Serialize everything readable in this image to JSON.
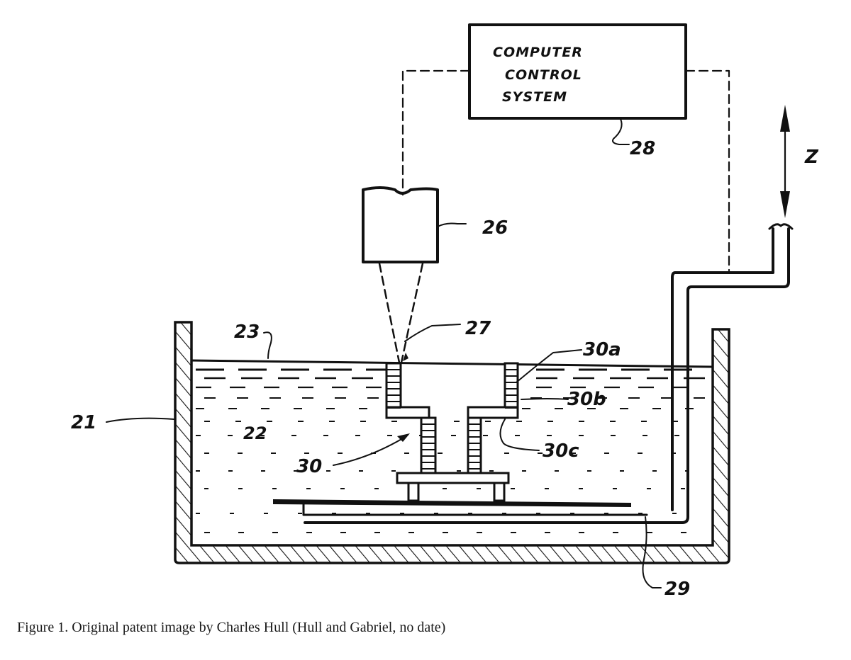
{
  "figure": {
    "control_box": {
      "lines": [
        "COMPUTER",
        "CONTROL",
        "SYSTEM"
      ]
    },
    "labels": {
      "tank": "21",
      "liquid": "22",
      "surface": "23",
      "light_source": "26",
      "spot": "27",
      "control_system": "28",
      "platform": "29",
      "object": "30",
      "layer_a": "30a",
      "layer_b": "30b",
      "layer_c": "30c",
      "axis": "Z"
    }
  },
  "caption": "Figure 1. Original patent image by Charles Hull (Hull and Gabriel, no date)"
}
